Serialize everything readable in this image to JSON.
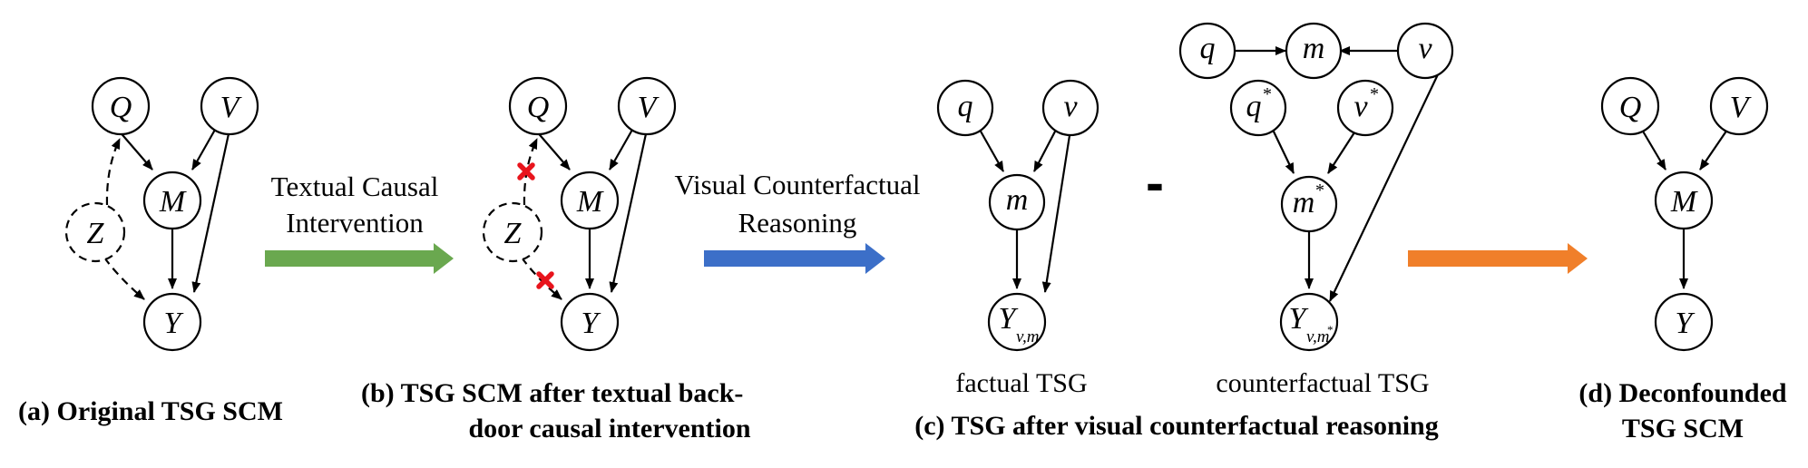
{
  "panels": {
    "a": {
      "nodes": {
        "q": "Q",
        "v": "V",
        "m": "M",
        "z": "Z",
        "y": "Y"
      },
      "caption": "(a) Original TSG SCM"
    },
    "b": {
      "nodes": {
        "q": "Q",
        "v": "V",
        "m": "M",
        "z": "Z",
        "y": "Y"
      },
      "caption_line1": "(b) TSG SCM after textual back-",
      "caption_line2": "door causal intervention"
    },
    "c": {
      "factual": {
        "q": "q",
        "v": "v",
        "m": "m",
        "y": "Y",
        "y_sub": "v,m",
        "label": "factual TSG"
      },
      "minus": "-",
      "counterfactual": {
        "q": "q",
        "m": "m",
        "v": "v",
        "q_star": "q",
        "v_star": "v",
        "m_star": "m",
        "star": "*",
        "y": "Y",
        "y_sub": "v,m",
        "y_sub_star": "*",
        "label": "counterfactual TSG"
      },
      "caption": "(c) TSG after visual counterfactual reasoning"
    },
    "d": {
      "nodes": {
        "q": "Q",
        "v": "V",
        "m": "M",
        "y": "Y"
      },
      "caption_line1": "(d) Deconfounded",
      "caption_line2": "TSG SCM"
    }
  },
  "arrows": {
    "ab": {
      "line1": "Textual Causal",
      "line2": "Intervention",
      "color": "#6aa84f"
    },
    "bc": {
      "line1": "Visual Counterfactual",
      "line2": "Reasoning",
      "color": "#3c6fc8"
    },
    "cd": {
      "color": "#f07f2a"
    }
  },
  "colors": {
    "cross": "#e8141c"
  }
}
